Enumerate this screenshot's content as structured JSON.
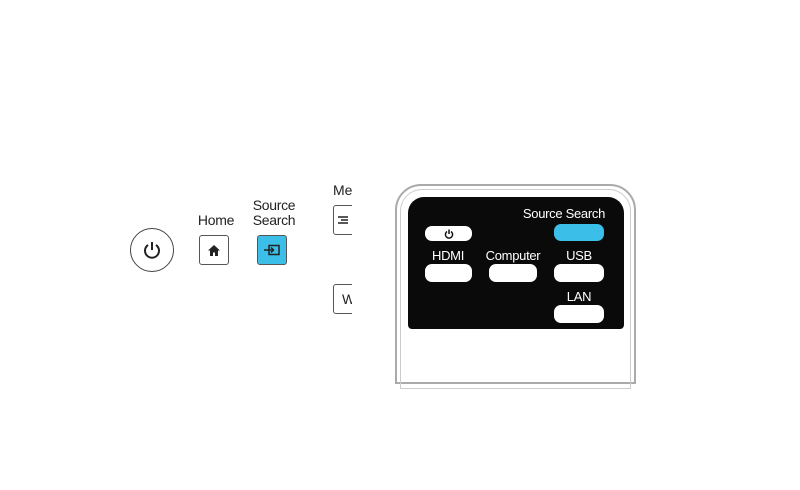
{
  "control_panel": {
    "home_label": "Home",
    "source_search_label_1": "Source",
    "source_search_label_2": "Search",
    "menu_label_partial": "Me",
    "w_button_partial": "W"
  },
  "remote": {
    "source_search_label": "Source Search",
    "hdmi_label": "HDMI",
    "computer_label": "Computer",
    "usb_label": "USB",
    "lan_label": "LAN"
  },
  "colors": {
    "highlight": "#3bbfe8",
    "remote_panel": "#0a0a0a"
  }
}
